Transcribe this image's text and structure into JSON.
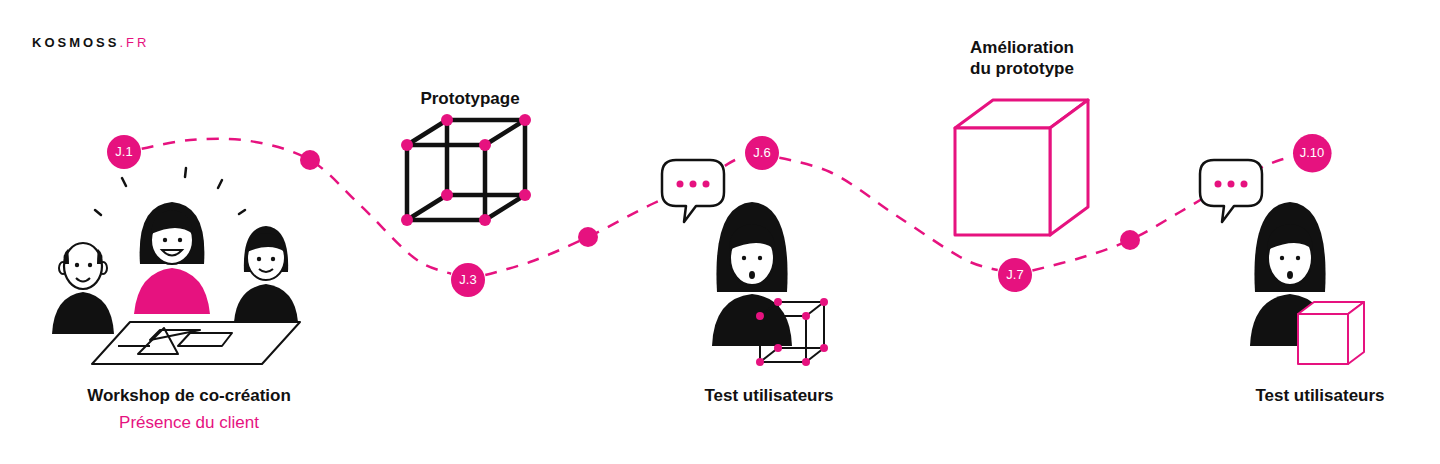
{
  "diagram": {
    "nodes": [
      {
        "text": [
          "J.1"
        ]
      },
      {
        "text": [
          "J.3"
        ]
      },
      {
        "text": [
          "J.6"
        ]
      },
      {
        "text": [
          "J.7"
        ]
      },
      {
        "text": [
          "J.10"
        ]
      }
    ],
    "edges": [
      {
        "from": 0,
        "to": 1,
        "arrow": "none"
      },
      {
        "from": 1,
        "to": 2,
        "arrow": "none"
      },
      {
        "from": 2,
        "to": 3,
        "arrow": "none"
      },
      {
        "from": 3,
        "to": 4,
        "arrow": "none"
      }
    ],
    "labels": [
      "KOSMOSS",
      ".FR",
      "Prototypage",
      "Amélioration du prototype",
      "Workshop de co-création",
      "Présence du client",
      "Test utilisateurs",
      "Test utilisateurs"
    ]
  }
}
